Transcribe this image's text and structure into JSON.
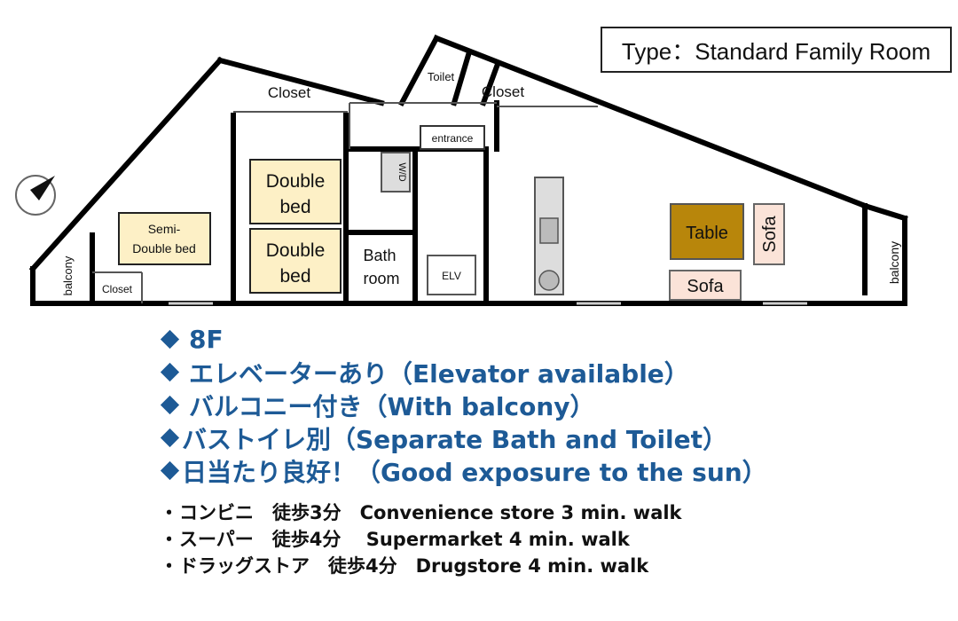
{
  "type_box": "Type：Standard Family Room",
  "rooms": {
    "closet_top_left": "Closet",
    "toilet": "Toilet",
    "closet_top_mid": "Closet",
    "entrance": "entrance",
    "wd": "W/D",
    "double_bed_1": [
      "Double",
      "bed"
    ],
    "double_bed_2": [
      "Double",
      "bed"
    ],
    "semi_double_bed": [
      "Semi-",
      "Double bed"
    ],
    "balcony_left": "balcony",
    "closet_bottom_left": "Closet",
    "bath_room": [
      "Bath",
      "room"
    ],
    "elv": "ELV",
    "table": "Table",
    "sofa_vertical": "Sofa",
    "sofa_horizontal": "Sofa",
    "balcony_right": "balcony"
  },
  "colors": {
    "feature_blue": "#1d5a96",
    "bed_fill": "#fdf0c6",
    "table_fill": "#b8860b",
    "sofa_fill": "#fbe3d8"
  },
  "icons": {
    "compass": "compass-icon"
  },
  "features": [
    "8F",
    "エレベーターあり（Elevator available）",
    "バルコニー付き（With balcony）",
    "バストイレ別（Separate Bath and Toilet）",
    "日当たり良好！（Good exposure to the sun）"
  ],
  "notes": [
    "コンビニ　徒歩3分　Convenience store 3 min. walk",
    "スーパー　徒歩4分　 Supermarket  4 min. walk",
    "ドラッグストア　徒歩4分　Drugstore  4 min. walk"
  ]
}
